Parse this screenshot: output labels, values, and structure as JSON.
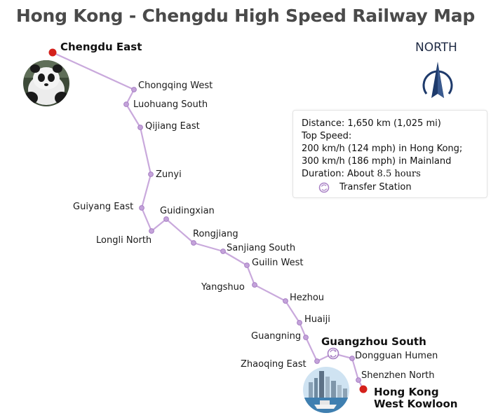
{
  "title": "Hong Kong - Chengdu High Speed Railway Map",
  "compass": {
    "label": "NORTH",
    "icon": "north-arrow-icon"
  },
  "colors": {
    "route": "#c9a9dc",
    "station": "#b48ad0",
    "terminus": "#d4201b",
    "compass": "#1e3a6b"
  },
  "stations": [
    {
      "id": "chengdu-east",
      "name": "Chengdu East",
      "terminus": true
    },
    {
      "id": "chongqing-west",
      "name": "Chongqing West"
    },
    {
      "id": "luohuang-south",
      "name": "Luohuang South"
    },
    {
      "id": "qijiang-east",
      "name": "Qijiang East"
    },
    {
      "id": "zunyi",
      "name": "Zunyi"
    },
    {
      "id": "guiyang-east",
      "name": "Guiyang East"
    },
    {
      "id": "longli-north",
      "name": "Longli North"
    },
    {
      "id": "guidingxian",
      "name": "Guidingxian"
    },
    {
      "id": "rongjiang",
      "name": "Rongjiang"
    },
    {
      "id": "sanjiang-south",
      "name": "Sanjiang South"
    },
    {
      "id": "guilin-west",
      "name": "Guilin West"
    },
    {
      "id": "yangshuo",
      "name": "Yangshuo"
    },
    {
      "id": "hezhou",
      "name": "Hezhou"
    },
    {
      "id": "huaiji",
      "name": "Huaiji"
    },
    {
      "id": "guangning",
      "name": "Guangning"
    },
    {
      "id": "zhaoqing-east",
      "name": "Zhaoqing East"
    },
    {
      "id": "guangzhou-south",
      "name": "Guangzhou South",
      "transfer": true
    },
    {
      "id": "dongguan-humen",
      "name": "Dongguan Humen"
    },
    {
      "id": "shenzhen-north",
      "name": "Shenzhen North"
    },
    {
      "id": "hong-kong-west-kowloon",
      "name": "Hong Kong",
      "name2": "West Kowloon",
      "terminus": true
    }
  ],
  "info": {
    "distance": "Distance: 1,650 km (1,025 mi)",
    "top_speed": "Top Speed:",
    "speed_hk": "200 km/h (124 mph) in Hong Kong;",
    "speed_mainland": "300 km/h (186 mph) in Mainland",
    "duration_prefix": "Duration: About ",
    "duration_value": "8.5 hours",
    "legend_transfer": "Transfer Station",
    "legend_icon": "transfer-station-icon"
  },
  "images": {
    "panda": "panda-photo",
    "skyline": "hong-kong-skyline-photo"
  }
}
